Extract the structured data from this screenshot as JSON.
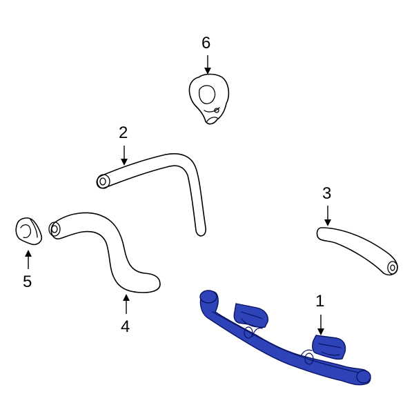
{
  "callouts": {
    "c1": "1",
    "c2": "2",
    "c3": "3",
    "c4": "4",
    "c5": "5",
    "c6": "6"
  },
  "colors": {
    "highlight": "#2e43b8",
    "highlight_outline": "#0a1466",
    "line": "#000000",
    "background": "#ffffff"
  }
}
